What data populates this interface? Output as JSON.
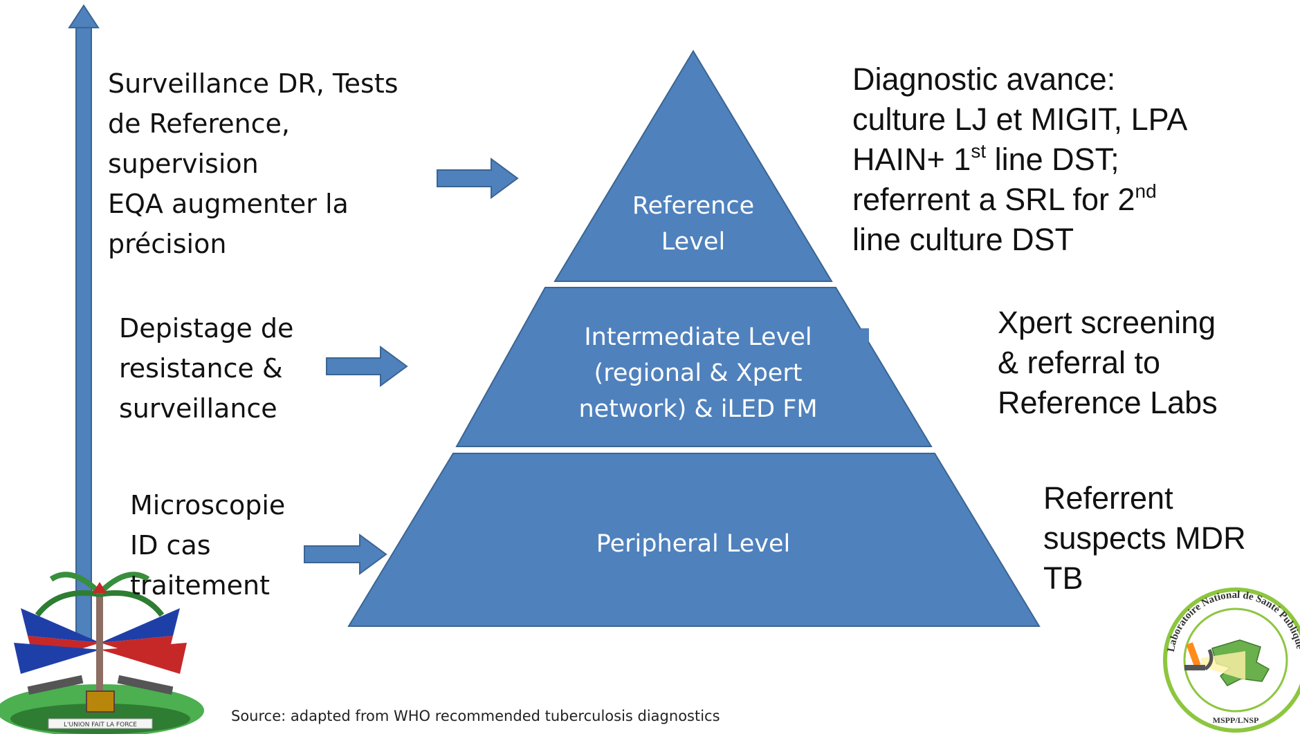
{
  "pyramid": {
    "fill": "#4f81bd",
    "border": "#3a6592",
    "levels": [
      {
        "id": "reference",
        "label": "Reference\nLevel"
      },
      {
        "id": "intermediate",
        "label": "Intermediate Level\n(regional & Xpert\nnetwork) & iLED FM"
      },
      {
        "id": "peripheral",
        "label": "Peripheral Level"
      }
    ]
  },
  "left_texts": {
    "top": "Surveillance DR, Tests\nde Reference,\nsupervision\nEQA augmenter la\nprécision",
    "middle": "Depistage de\nresistance &\nsurveillance",
    "bottom": "Microscopie\nID cas\ntraitement"
  },
  "right_texts": {
    "top": {
      "line1": "Diagnostic avance:",
      "line2": "culture LJ et MIGIT, LPA",
      "line3_pre": "HAIN+ 1",
      "line3_sup": "st",
      "line3_post": " line DST;",
      "line4_pre": "referrent a SRL for 2",
      "line4_sup": "nd",
      "line5": "line culture DST"
    },
    "middle": "Xpert screening\n& referral to\nReference Labs",
    "bottom": "Referrent\nsuspects MDR\nTB"
  },
  "source": "Source: adapted from WHO recommended tuberculosis diagnostics",
  "logo": {
    "text_top": "Laboratoire National de Santé Publique",
    "text_bottom": "MSPP/LNSP",
    "ring_color": "#8dc63f"
  },
  "coat_of_arms": {
    "motto": "L'UNION FAIT LA FORCE"
  }
}
